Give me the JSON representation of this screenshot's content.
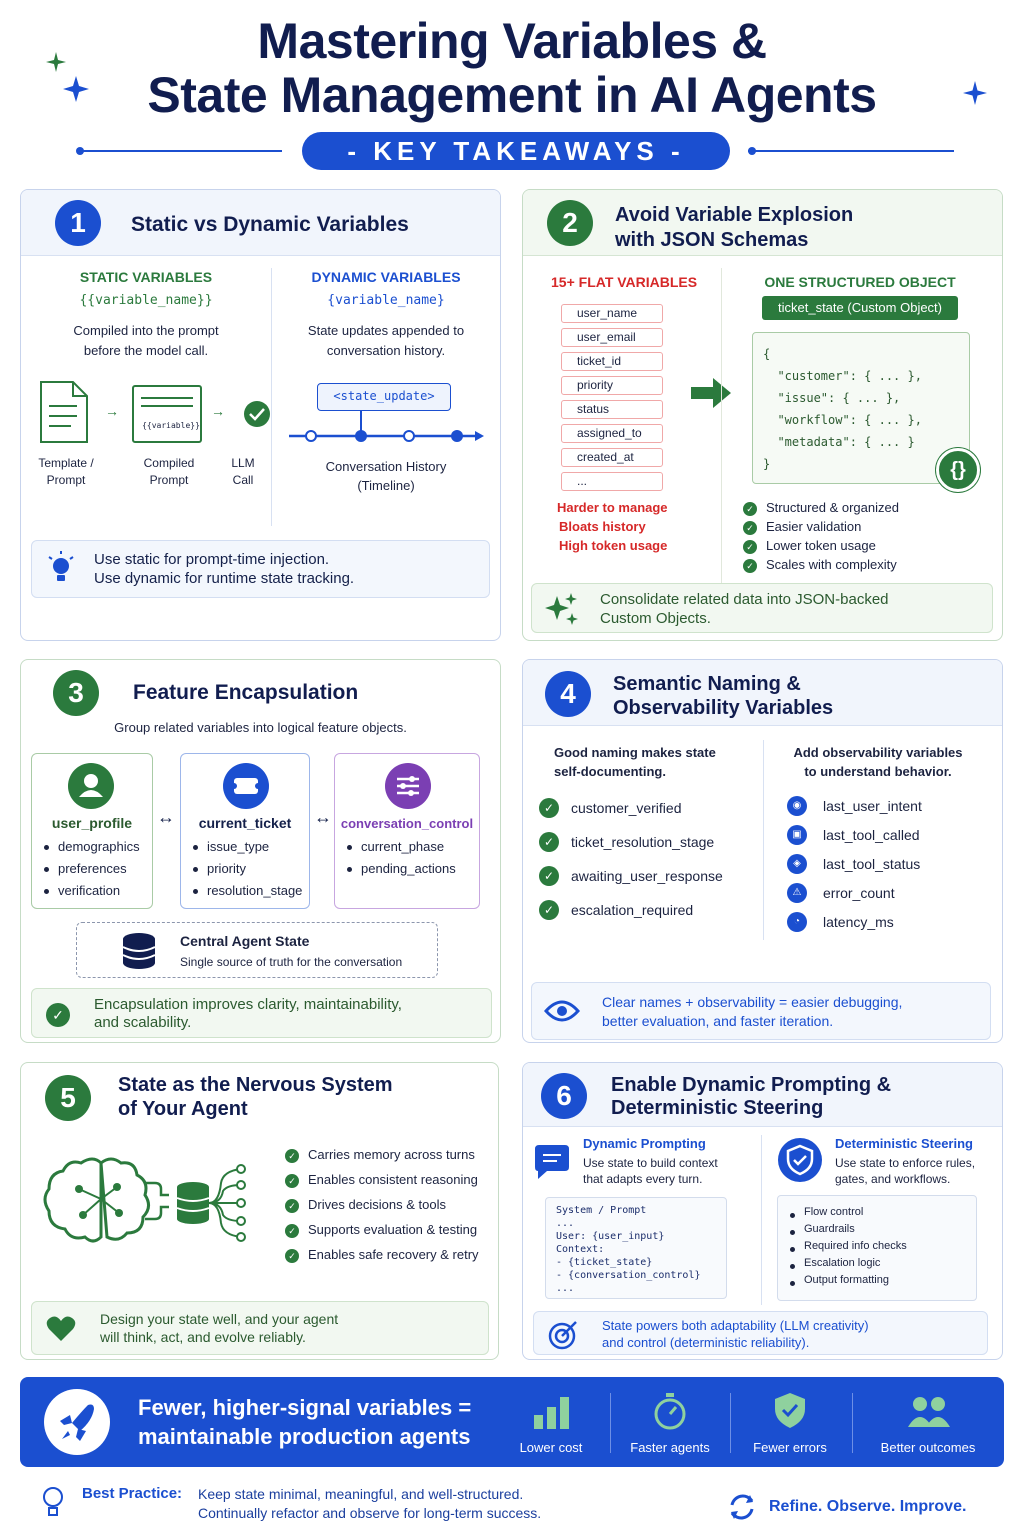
{
  "header": {
    "title_line1": "Mastering Variables &",
    "title_line2": "State Management in AI Agents",
    "subtitle": "- KEY TAKEAWAYS -"
  },
  "s1": {
    "num": "1",
    "title": "Static vs Dynamic Variables",
    "static": {
      "heading": "STATIC VARIABLES",
      "syntax": "{{variable_name}}",
      "desc1": "Compiled into the prompt",
      "desc2": "before the model call.",
      "doc_label1": "Template /",
      "doc_label2": "Prompt",
      "doc_inner": "{{variable}}",
      "compiled1": "Compiled",
      "compiled2": "Prompt",
      "llm1": "LLM",
      "llm2": "Call"
    },
    "dynamic": {
      "heading": "DYNAMIC VARIABLES",
      "syntax": "{variable_name}",
      "desc1": "State updates appended to",
      "desc2": "conversation history.",
      "tag": "<state_update>",
      "timeline1": "Conversation History",
      "timeline2": "(Timeline)"
    },
    "note1": "Use static for prompt-time injection.",
    "note2": "Use dynamic for runtime state tracking."
  },
  "s2": {
    "num": "2",
    "title1": "Avoid Variable Explosion",
    "title2": "with JSON Schemas",
    "flat_heading": "15+ FLAT VARIABLES",
    "flat_vars": [
      "user_name",
      "user_email",
      "ticket_id",
      "priority",
      "status",
      "assigned_to",
      "created_at",
      "..."
    ],
    "cons": [
      "Harder to manage",
      "Bloats history",
      "High token usage"
    ],
    "obj_heading": "ONE STRUCTURED OBJECT",
    "obj_label": "ticket_state (Custom Object)",
    "json_lines": [
      "{",
      "  \"customer\": { ... },",
      "  \"issue\": { ... },",
      "  \"workflow\": { ... },",
      "  \"metadata\": { ... }",
      "}"
    ],
    "braces": "{}",
    "pros": [
      "Structured & organized",
      "Easier validation",
      "Lower token usage",
      "Scales with complexity"
    ],
    "note1": "Consolidate related data into JSON-backed",
    "note2": "Custom Objects."
  },
  "s3": {
    "num": "3",
    "title": "Feature Encapsulation",
    "subtitle": "Group related variables into logical feature objects.",
    "features": [
      {
        "name": "user_profile",
        "items": [
          "demographics",
          "preferences",
          "verification"
        ]
      },
      {
        "name": "current_ticket",
        "items": [
          "issue_type",
          "priority",
          "resolution_stage"
        ]
      },
      {
        "name": "conversation_control",
        "items": [
          "current_phase",
          "pending_actions"
        ]
      }
    ],
    "arrow": "↔",
    "central_title": "Central Agent State",
    "central_sub": "Single source of truth for the conversation",
    "note1": "Encapsulation improves clarity, maintainability,",
    "note2": "and scalability."
  },
  "s4": {
    "num": "4",
    "title1": "Semantic Naming &",
    "title2": "Observability Variables",
    "left_h1": "Good naming makes state",
    "left_h2": "self-documenting.",
    "good_names": [
      "customer_verified",
      "ticket_resolution_stage",
      "awaiting_user_response",
      "escalation_required"
    ],
    "right_h1": "Add observability variables",
    "right_h2": "to understand behavior.",
    "obs_vars": [
      "last_user_intent",
      "last_tool_called",
      "last_tool_status",
      "error_count",
      "latency_ms"
    ],
    "note1": "Clear names + observability = easier debugging,",
    "note2": "better evaluation, and faster iteration."
  },
  "s5": {
    "num": "5",
    "title1": "State as the Nervous System",
    "title2": "of Your Agent",
    "benefits": [
      "Carries memory across turns",
      "Enables consistent reasoning",
      "Drives decisions & tools",
      "Supports evaluation & testing",
      "Enables safe recovery & retry"
    ],
    "note1": "Design your state well, and your agent",
    "note2": "will think, act, and evolve reliably."
  },
  "s6": {
    "num": "6",
    "title1": "Enable Dynamic Prompting &",
    "title2": "Deterministic Steering",
    "dyn_title": "Dynamic Prompting",
    "dyn_desc1": "Use state to build context",
    "dyn_desc2": "that adapts every turn.",
    "code_lines": [
      "System / Prompt",
      "...",
      "User: {user_input}",
      "Context:",
      "- {ticket_state}",
      "- {conversation_control}",
      "..."
    ],
    "det_title": "Deterministic Steering",
    "det_desc1": "Use state to enforce rules,",
    "det_desc2": "gates, and workflows.",
    "det_items": [
      "Flow control",
      "Guardrails",
      "Required info checks",
      "Escalation logic",
      "Output formatting"
    ],
    "note1": "State powers both adaptability (LLM creativity)",
    "note2": "and control (deterministic reliability)."
  },
  "banner": {
    "line1": "Fewer, higher-signal variables =",
    "line2": "maintainable production agents",
    "stats": [
      "Lower cost",
      "Faster agents",
      "Fewer errors",
      "Better outcomes"
    ]
  },
  "footer": {
    "label": "Best Practice:",
    "line1": "Keep state minimal, meaningful, and well-structured.",
    "line2": "Continually refactor and observe for long-term success.",
    "motto": "Refine. Observe. Improve."
  },
  "colors": {
    "blue": "#1b4fd0",
    "navy": "#111d4f",
    "green": "#2b7a3d",
    "red": "#d62828",
    "purple": "#7b3fb3"
  }
}
